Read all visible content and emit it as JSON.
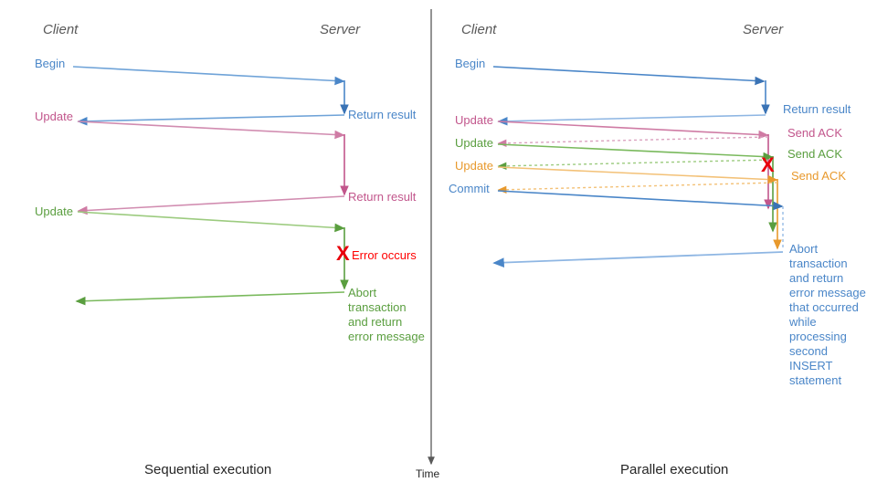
{
  "diagram": {
    "title_left": "Sequential execution",
    "title_right": "Parallel execution",
    "time_axis_label": "Time",
    "colors": {
      "blue": "#4a86c8",
      "blue_dark": "#3a73b5",
      "blue_light": "#8eb6e3",
      "pink": "#c2568c",
      "pink_light": "#dba2bf",
      "green": "#5a9e3f",
      "green_light": "#9ccb7f",
      "orange": "#e8992c",
      "orange_light": "#f3c177",
      "red": "#e8000b",
      "gray": "#595959",
      "axis": "#595959"
    }
  },
  "left_panel": {
    "header_client": "Client",
    "header_server": "Server",
    "caption": "Sequential execution",
    "client_labels": [
      {
        "text": "Begin",
        "color": "blue"
      },
      {
        "text": "Update",
        "color": "pink"
      },
      {
        "text": "Update",
        "color": "green"
      }
    ],
    "server_labels": [
      {
        "text": "Return result",
        "color": "blue"
      },
      {
        "text": "Return result",
        "color": "pink"
      }
    ],
    "error_label": "Error occurs",
    "error_mark": "X",
    "abort_text": "Abort\ntransaction\nand return\nerror message"
  },
  "right_panel": {
    "header_client": "Client",
    "header_server": "Server",
    "caption": "Parallel execution",
    "client_labels": [
      {
        "text": "Begin",
        "color": "blue"
      },
      {
        "text": "Update",
        "color": "pink"
      },
      {
        "text": "Update",
        "color": "green"
      },
      {
        "text": "Update",
        "color": "orange"
      },
      {
        "text": "Commit",
        "color": "blue"
      }
    ],
    "server_labels": [
      {
        "text": "Return result",
        "color": "blue"
      },
      {
        "text": "Send ACK",
        "color": "pink"
      },
      {
        "text": "Send ACK",
        "color": "green"
      },
      {
        "text": "Send ACK",
        "color": "orange"
      }
    ],
    "error_mark": "X",
    "abort_text": "Abort\ntransaction\nand return\nerror message\nthat occurred\nwhile\nprocessing\nsecond\nINSERT\nstatement"
  }
}
